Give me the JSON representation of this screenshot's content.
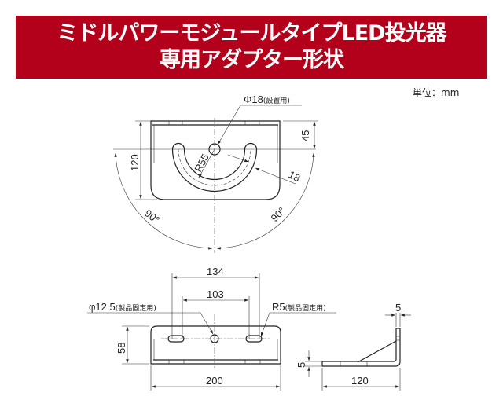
{
  "header": {
    "title_line1": "ミドルパワーモジュールタイプLED投光器",
    "title_line2": "専用アダプター形状",
    "background": "#b3001b"
  },
  "unit_label": "単位：mm",
  "top_view": {
    "hole_label": "Φ18",
    "hole_note": "(設置用)",
    "dim_height": "120",
    "dim_offset": "45",
    "dim_radius": "R55",
    "dim_slot_width": "18",
    "angle_left": "90°",
    "angle_right": "90°"
  },
  "front_view": {
    "dim_slot_outer": "134",
    "dim_slot_inner": "103",
    "hole_label": "φ12.5",
    "hole_note": "(製品固定用)",
    "slot_label": "R5",
    "slot_note": "(製品固定用)",
    "dim_height": "58",
    "dim_width": "200"
  },
  "side_view": {
    "dim_thickness_top": "5",
    "dim_thickness_left": "5",
    "dim_depth": "120"
  }
}
